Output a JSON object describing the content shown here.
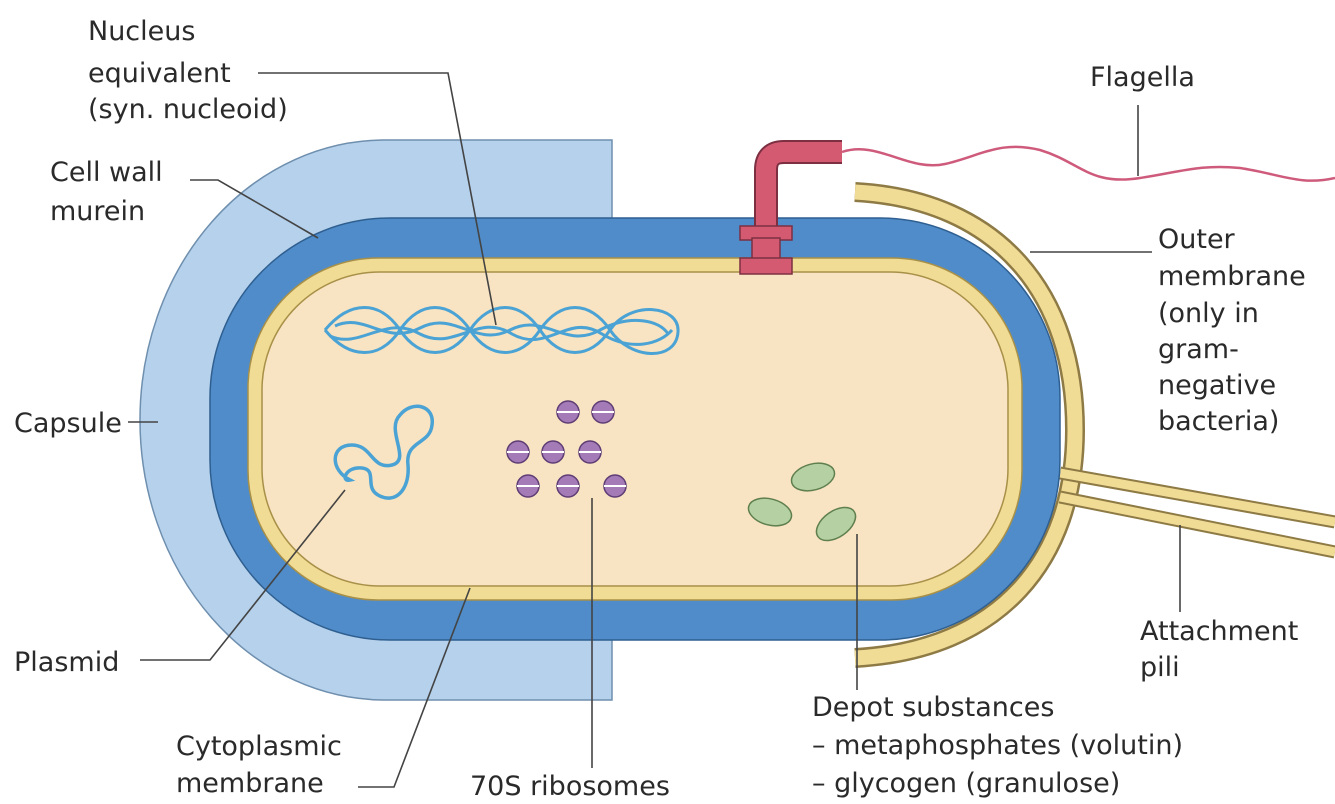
{
  "colors": {
    "capsule": "#b5d1ec",
    "capsule_outline": "#6f8fae",
    "cell_wall": "#4f8cc9",
    "cell_wall_outline": "#2f5f90",
    "membrane": "#f1dc95",
    "membrane_outline": "#a89048",
    "cytoplasm": "#f8e3c2",
    "dna": "#4aa3d4",
    "ribosome": "#a47bb6",
    "ribosome_outline": "#5e3d75",
    "depot": "#b5d1a3",
    "depot_outline": "#5f7f4f",
    "flagellum_hook": "#d45a72",
    "flagellum": "#cf5b7c",
    "pili": "#f1dc95",
    "pili_outline": "#8e7a45"
  },
  "labels": {
    "nucleus": [
      "Nucleus",
      "equivalent",
      "(syn. nucleoid)"
    ],
    "cell_wall": [
      "Cell wall",
      "murein"
    ],
    "capsule": "Capsule",
    "plasmid": "Plasmid",
    "cytoplasmic_membrane": [
      "Cytoplasmic",
      "membrane"
    ],
    "ribosomes": "70S ribosomes",
    "depot": [
      "Depot substances",
      "– metaphosphates (volutin)",
      "– glycogen (granulose)"
    ],
    "flagella": "Flagella",
    "outer_membrane": [
      "Outer",
      "membrane",
      "(only in",
      "gram-",
      "negative",
      "bacteria)"
    ],
    "pili": [
      "Attachment",
      "pili"
    ]
  }
}
